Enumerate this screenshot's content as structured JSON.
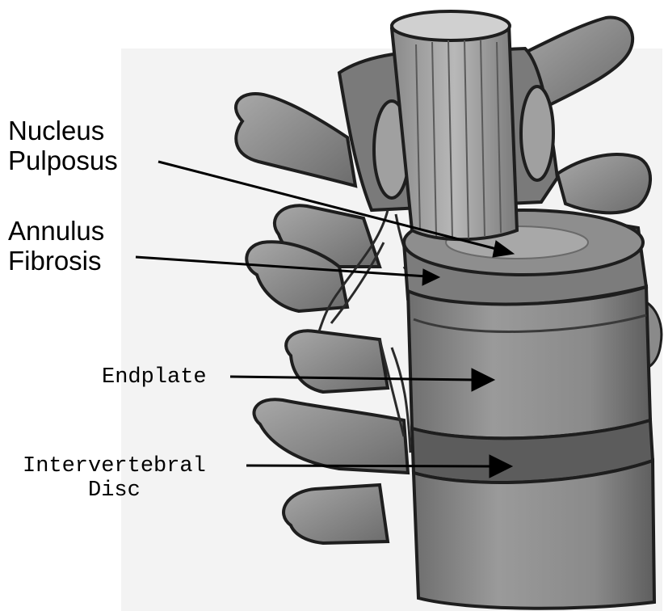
{
  "labels": {
    "nucleus_pulposus": "Nucleus\nPulposus",
    "annulus_fibrosis": "Annulus\nFibrosis",
    "endplate": "Endplate",
    "intervertebral_disc": "Intervertebral\nDisc"
  },
  "colors": {
    "background": "#ffffff",
    "bone_light": "#b9b9b9",
    "bone_mid": "#8c8c8c",
    "bone_dark": "#5a5a5a",
    "outline": "#1e1e1e",
    "arrow": "#000000"
  }
}
